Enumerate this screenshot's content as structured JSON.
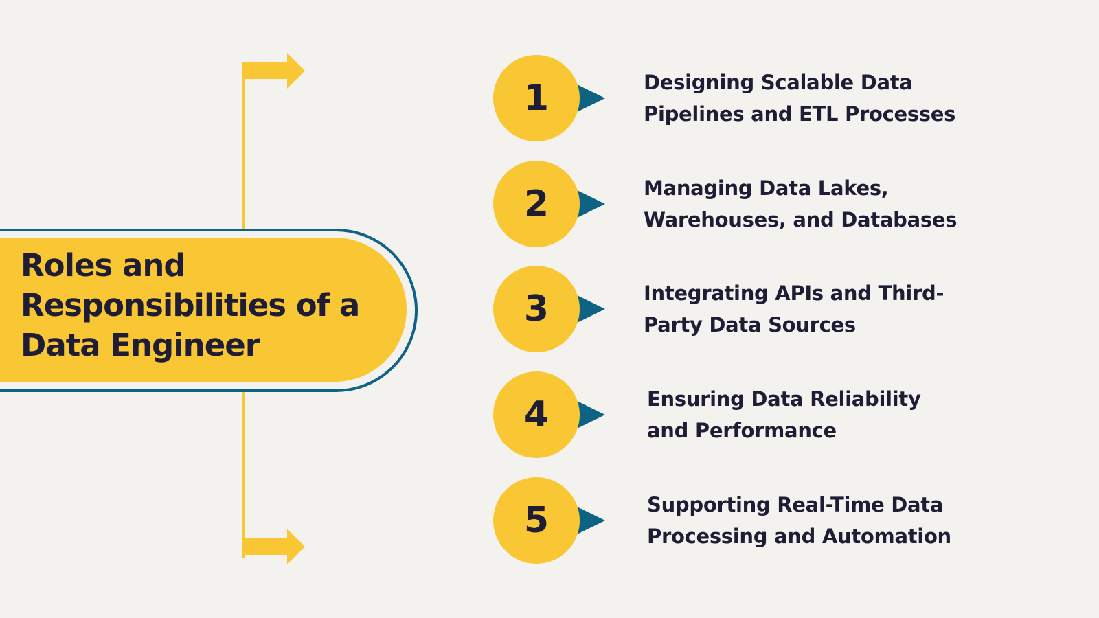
{
  "title": "Roles and Responsibilities of a Data Engineer",
  "colors": {
    "yellow": "#f9c734",
    "teal": "#0e6384",
    "text": "#1f1d36",
    "background": "#f3f2ee"
  },
  "items": [
    {
      "number": "1",
      "text": "Designing Scalable Data\nPipelines and ETL Processes"
    },
    {
      "number": "2",
      "text": "Managing Data Lakes,\nWarehouses, and Databases"
    },
    {
      "number": "3",
      "text": "Integrating APIs and Third-\nParty Data Sources"
    },
    {
      "number": "4",
      "text": "Ensuring Data Reliability\nand Performance"
    },
    {
      "number": "5",
      "text": "Supporting Real-Time Data\nProcessing and Automation"
    }
  ]
}
